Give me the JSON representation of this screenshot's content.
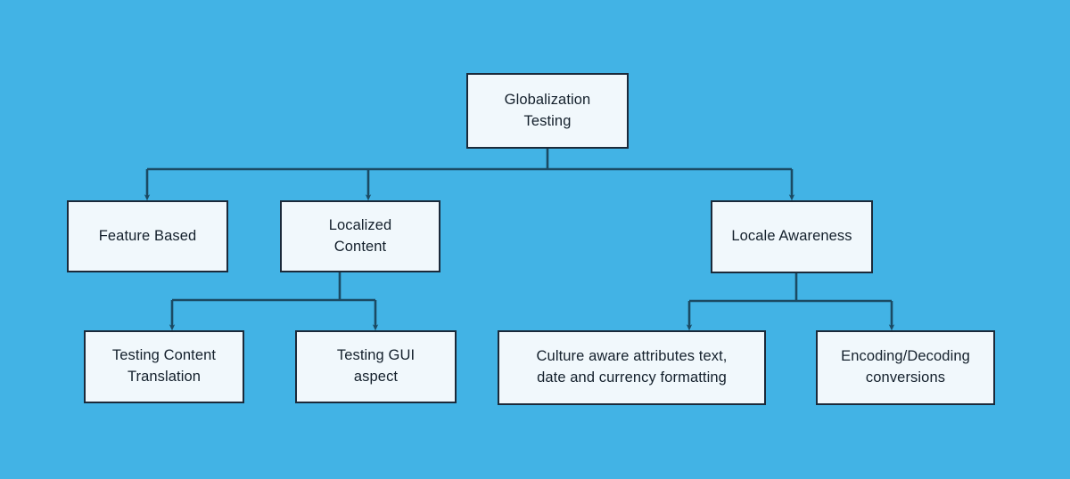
{
  "diagram": {
    "type": "tree",
    "title": "Globalization Testing",
    "background_color": "#42b3e5",
    "node_fill_color": "#f1f8fc",
    "node_border_color": "#1b2a3a",
    "edge_color": "#1b4a63",
    "text_color": "#14202c",
    "nodes": [
      {
        "id": "root",
        "label": "Globalization\nTesting",
        "level": 0
      },
      {
        "id": "feature",
        "label": "Feature Based",
        "level": 1
      },
      {
        "id": "localized",
        "label": "Localized\nContent",
        "level": 1
      },
      {
        "id": "locale",
        "label": "Locale Awareness",
        "level": 1
      },
      {
        "id": "translation",
        "label": "Testing Content\nTranslation",
        "level": 2
      },
      {
        "id": "gui",
        "label": "Testing GUI\naspect",
        "level": 2
      },
      {
        "id": "culture",
        "label": "Culture aware attributes text,\ndate and currency formatting",
        "level": 2
      },
      {
        "id": "encoding",
        "label": "Encoding/Decoding\nconversions",
        "level": 2
      }
    ],
    "edges": [
      {
        "from": "root",
        "to": "feature"
      },
      {
        "from": "root",
        "to": "localized"
      },
      {
        "from": "root",
        "to": "locale"
      },
      {
        "from": "localized",
        "to": "translation"
      },
      {
        "from": "localized",
        "to": "gui"
      },
      {
        "from": "locale",
        "to": "culture"
      },
      {
        "from": "locale",
        "to": "encoding"
      }
    ]
  }
}
